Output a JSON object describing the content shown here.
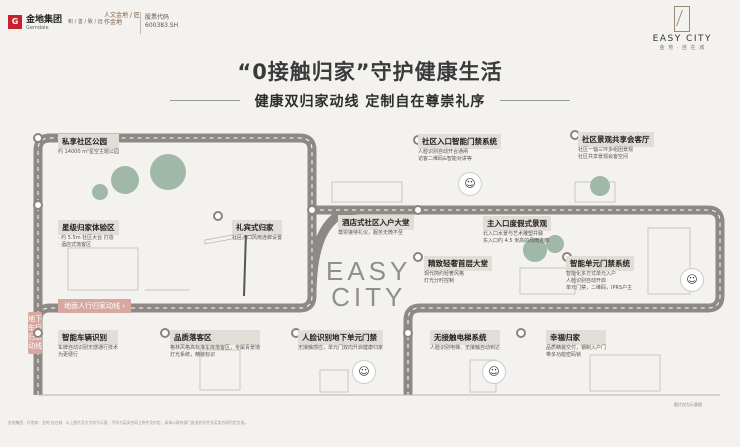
{
  "header": {
    "company": "金地集团",
    "company_en": "Gemdale",
    "company_sub": "积 / 善 / 致 / 远",
    "slogan": "人文金地 / 匠作金地",
    "stock_label": "股票代码",
    "stock_code": "600383.SH",
    "brand_name": "EASY CITY",
    "brand_sub": "金 地 · 自 在 城"
  },
  "title": "“0接触归家”守护健康生活",
  "subtitle": "健康双归家动线 定制自在尊崇礼序",
  "route_labels": {
    "ground": "地面人行归家动线 ›",
    "underground": "地下车行归家动线"
  },
  "center_logo": [
    "EASY",
    "CITY"
  ],
  "nodes": [
    {
      "key": "park",
      "title": "私享社区公园",
      "desc": [
        "约 14000 m²星空主题公园"
      ]
    },
    {
      "key": "experience",
      "title": "星级归家体验区",
      "desc": [
        "· 约 5.5m 社区大台 打造",
        "· 酒店式落客区"
      ]
    },
    {
      "key": "gate",
      "title": "礼宾式归家",
      "desc": [
        "社区入口风雨连廊设置"
      ]
    },
    {
      "key": "hall",
      "title": "酒店式社区入户大堂",
      "desc": [
        "尊崇接待礼仪，服务无微不至"
      ]
    },
    {
      "key": "entrance-access",
      "title": "社区入口智能门禁系统",
      "desc": [
        "人脸识别自动开合通闸",
        "访客二维码&智能对讲等"
      ]
    },
    {
      "key": "landscape",
      "title": "主入口度假式景观",
      "desc": [
        "北入口水景与艺术雕塑并融",
        "东入口约 4.5 米高的风雨连廊"
      ]
    },
    {
      "key": "lobby",
      "title": "精致轻奢首层大堂",
      "desc": [
        "现代简约轻奢风格",
        "灯光分时控制"
      ]
    },
    {
      "key": "share-hall",
      "title": "社区景观共享会客厅",
      "desc": [
        "社区一轴三环多组团景观",
        "社区共享景观会客空间"
      ]
    },
    {
      "key": "unit-access",
      "title": "智能单元门禁系统",
      "desc": [
        "智能化多方式单元入户",
        "人脸识别自动开启",
        "单元门禁，二维码，IPRS户主"
      ]
    },
    {
      "key": "car-id",
      "title": "智能车辆识别",
      "desc": [
        "车牌自动识别无感通行技术",
        "为更便行"
      ]
    },
    {
      "key": "garage",
      "title": "品质落客区",
      "desc": [
        "格林风格高标准车库落客区，专属青景墙",
        "灯光系统，精装标识"
      ]
    },
    {
      "key": "face-door",
      "title": "人脸识别地下单元门禁",
      "desc": [
        "无接触感应，单元门双向升启健康归家"
      ]
    },
    {
      "key": "elevator",
      "title": "无接触电梯系统",
      "desc": [
        "人脸识别电梯、无接触自动到达"
      ]
    },
    {
      "key": "home",
      "title": "幸福归家",
      "desc": [
        "品质精装交付，钢制入户门",
        "带多功能密码锁"
      ]
    }
  ],
  "corner_note": "图片仅为示意图",
  "footer": "金地集团 · 开发商：金地·自在城 · 以上图片及文字仅为示意，不作为买卖合同之附件及约定，具体以政府部门批准的文件及买卖合同约定为准。"
}
